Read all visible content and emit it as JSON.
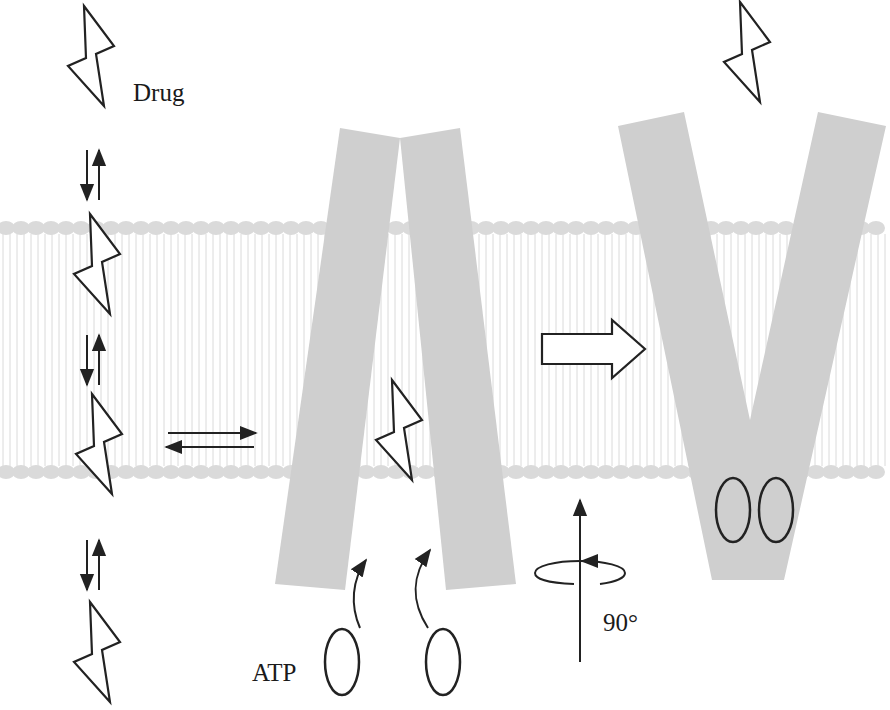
{
  "diagram": {
    "labels": [
      "Drug",
      "ATP",
      "90°"
    ]
  }
}
